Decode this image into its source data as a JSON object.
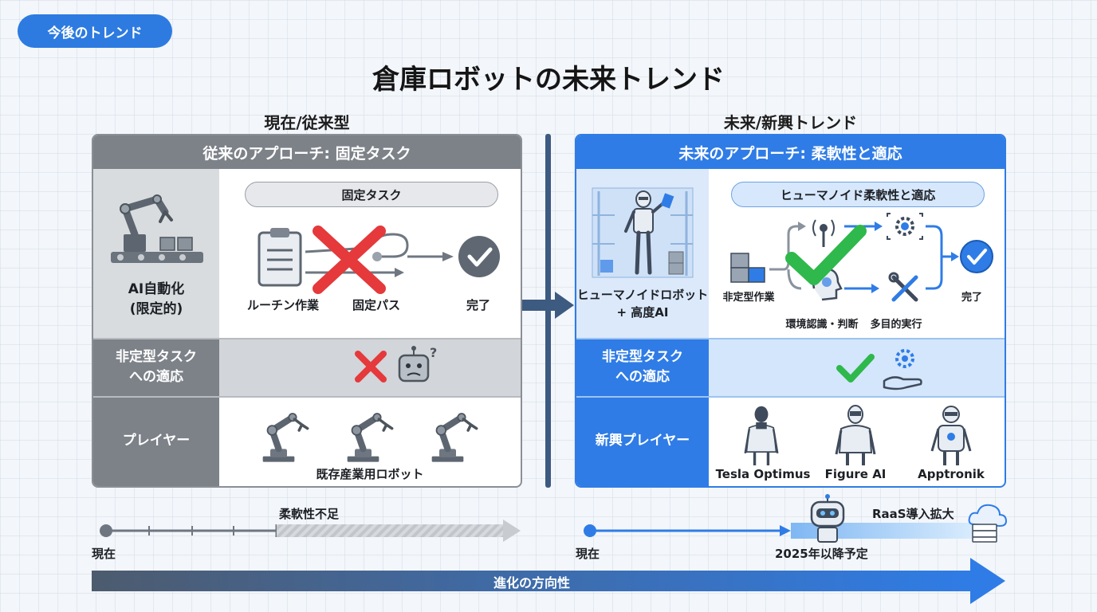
{
  "tag": "今後のトレンド",
  "title": "倉庫ロボットの未来トレンド",
  "left": {
    "column_heading": "現在/従来型",
    "panel_title": "従来のアプローチ: 固定タスク",
    "row1": {
      "label": "AI自動化\n(限定的)",
      "pill": "固定タスク",
      "routine": "ルーチン作業",
      "fixed_path": "固定パス",
      "done": "完了"
    },
    "row2": {
      "label": "非定型タスク\nへの適応"
    },
    "row3": {
      "label": "プレイヤー",
      "caption": "既存産業用ロボット"
    }
  },
  "right": {
    "column_heading": "未来/新興トレンド",
    "panel_title": "未来のアプローチ: 柔軟性と適応",
    "row1": {
      "label": "ヒューマノイドロボット\n+ 高度AI",
      "pill": "ヒューマノイド柔軟性と適応",
      "unstructured": "非定型作業",
      "env": "環境認識・判断",
      "multi": "多目的実行",
      "done": "完了"
    },
    "row2": {
      "label": "非定型タスク\nへの適応"
    },
    "row3": {
      "label": "新興プレイヤー",
      "players": [
        "Tesla Optimus",
        "Figure AI",
        "Apptronik"
      ]
    }
  },
  "timeline": {
    "left_note": "柔軟性不足",
    "left_start": "現在",
    "right_start": "現在",
    "right_date": "2025年以降予定",
    "right_note": "RaaS導入拡大",
    "direction": "進化の方向性"
  },
  "colors": {
    "accent_blue": "#2f7ce6",
    "gray_header": "#7d8289",
    "cross_red": "#e5393b",
    "check_green": "#2fb84c"
  }
}
